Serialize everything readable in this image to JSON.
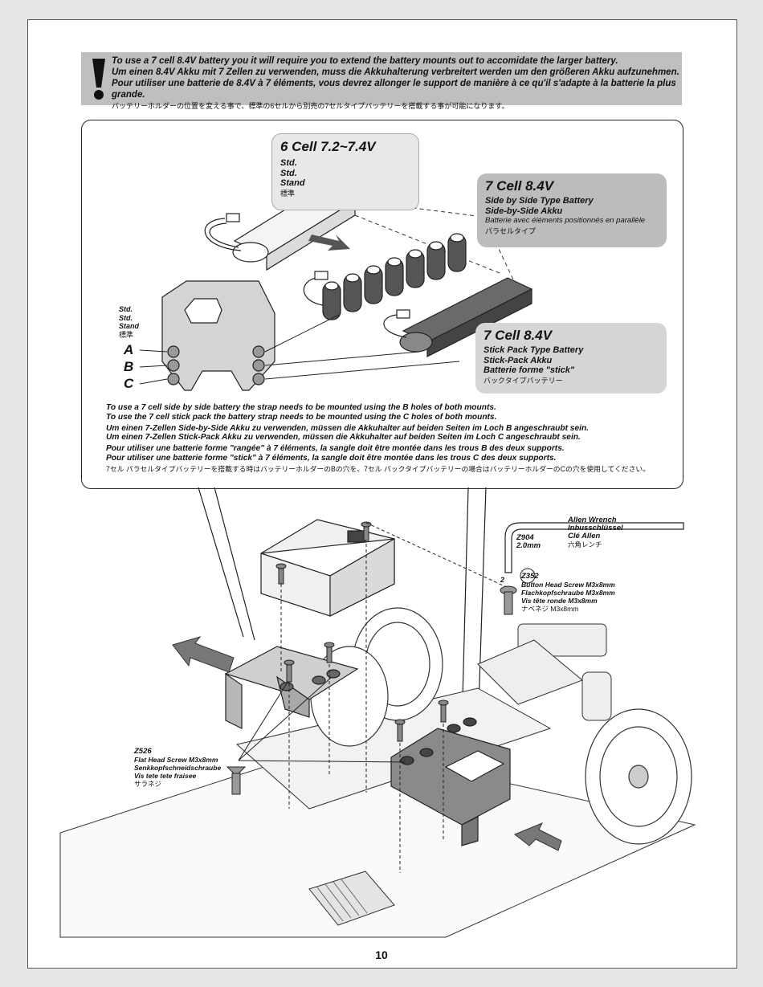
{
  "warning": {
    "en": "To use a 7 cell  8.4V battery you it will require you to extend the battery mounts out to accomidate the larger battery.",
    "de": "Um einen 8.4V Akku mit 7 Zellen zu verwenden, muss die Akkuhalterung verbreitert werden um den größeren Akku aufzunehmen.",
    "fr": "Pour utiliser une batterie de 8.4V à 7 éléments, vous devrez allonger le support de manière à ce qu'il s'adapte à la batterie la plus grande.",
    "jp": "バッテリーホルダーの位置を変える事で、標準の6セルから別売の7セルタイプバッテリーを搭載する事が可能になります。"
  },
  "cell6": {
    "title": "6 Cell 7.2~7.4V",
    "l1": "Std.",
    "l2": "Std.",
    "l3": "Stand",
    "jp": "標準"
  },
  "cell7_side": {
    "title": "7 Cell 8.4V",
    "en": "Side by Side Type Battery",
    "de": "Side-by-Side Akku",
    "fr": "Batterie avec éléments positionnés en parallèle",
    "jp": "パラセルタイプ"
  },
  "cell7_stick": {
    "title": "7 Cell 8.4V",
    "en": "Stick Pack Type Battery",
    "de": "Stick-Pack Akku",
    "fr": "Batterie forme \"stick\"",
    "jp": "バックタイプバッテリー"
  },
  "mount_label": {
    "l1": "Std.",
    "l2": "Std.",
    "l3": "Stand",
    "jp": "標準"
  },
  "holes": {
    "a": "A",
    "b": "B",
    "c": "C"
  },
  "instructions": {
    "en1": "To use a 7 cell side by side battery the strap needs to be mounted using the B holes of both mounts.",
    "en2": "To use the 7 cell stick pack the battery strap needs to be mounted using the C holes of  both mounts.",
    "de1": "Um einen 7-Zellen Side-by-Side Akku zu verwenden, müssen die Akkuhalter auf beiden Seiten im Loch B angeschraubt sein.",
    "de2": "Um einen 7-Zellen Stick-Pack Akku zu verwenden, müssen die Akkuhalter auf beiden Seiten im Loch C angeschraubt sein.",
    "fr1": "Pour utiliser une batterie forme \"rangée\" à 7 éléments, la sangle doit être montée dans les trous B des deux supports.",
    "fr2": "Pour utiliser une batterie forme \"stick\" à 7 éléments, la sangle doit être montée dans les trous C des deux supports.",
    "jp": "7セル パラセルタイプバッテリーを搭載する時はバッテリーホルダーのBの穴を、7セル パックタイプバッテリーの場合はバッテリーホルダーのCの穴を使用してください。"
  },
  "allen": {
    "en": "Allen Wrench",
    "de": "Inbusschlüssel",
    "fr": "Clé Allen",
    "jp": "六角レンチ",
    "code": "Z904",
    "size": "2.0mm",
    "badge": "2"
  },
  "z352": {
    "code": "Z352",
    "en": "Button Head Screw M3x8mm",
    "de": "Flachkopfschraube M3x8mm",
    "fr": "Vis tête ronde M3x8mm",
    "jp": "ナベネジ M3x8mm"
  },
  "z526": {
    "code": "Z526",
    "en": "Flat Head Screw M3x8mm",
    "de": "Senkkopfschneidschraube",
    "fr": "Vis tete tete fraisee",
    "jp": "サラネジ"
  },
  "page_number": "10",
  "colors": {
    "warning_bg": "#bfbfbf",
    "bubble_dark": "#bcbcbc",
    "bubble_light": "#e8e8e8"
  }
}
